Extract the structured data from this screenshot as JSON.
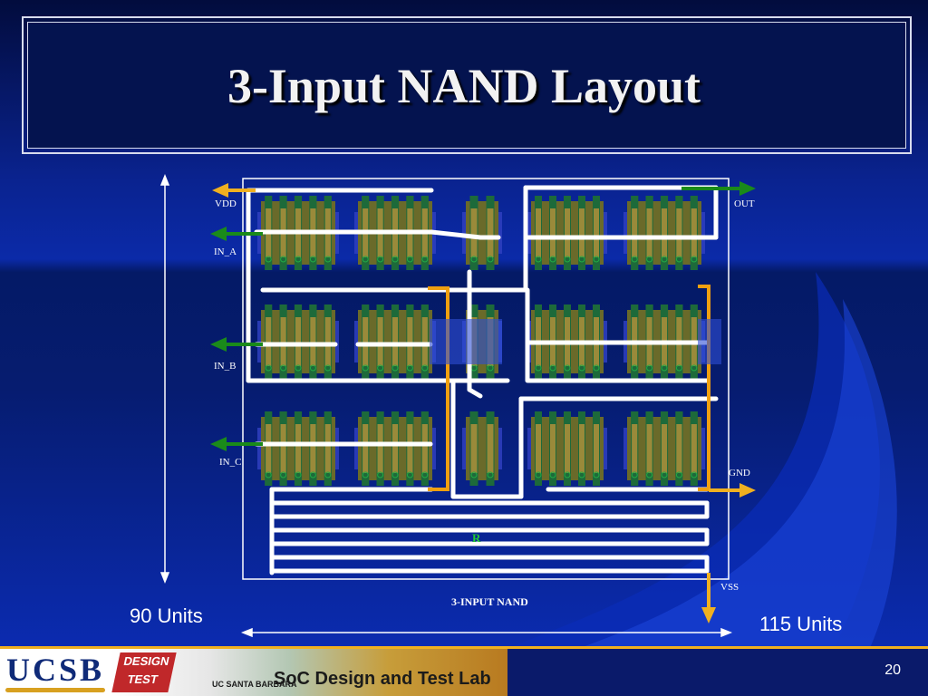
{
  "slide": {
    "title": "3-Input NAND Layout",
    "page_number": "20"
  },
  "layout_labels": {
    "vdd": "VDD",
    "out": "OUT",
    "in_a": "IN_A",
    "in_b": "IN_B",
    "in_c": "IN_C",
    "gnd": "GND",
    "vss": "VSS",
    "caption": "3-INPUT NAND",
    "resistor": "R"
  },
  "dimensions": {
    "height_label": "90 Units",
    "width_label": "115 Units"
  },
  "footer": {
    "ucsb_logo": "UCSB",
    "lab_name": "SoC Design and Test Lab",
    "university": "UC SANTA BARBARA",
    "chip_logo_text": "DESIGN TEST"
  },
  "colors": {
    "background": "#0a2390",
    "arrow_output": "#f0b020",
    "arrow_input": "#1a8a1a",
    "wire": "#ffffff"
  }
}
